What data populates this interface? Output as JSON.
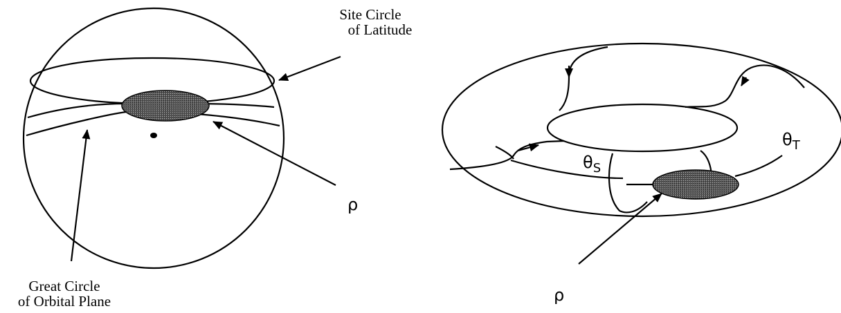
{
  "left_figure": {
    "site_label": {
      "line1": "Site Circle",
      "line2": "of Latitude"
    },
    "great_label": {
      "line1": "Great Circle",
      "line2": "of Orbital Plane"
    },
    "rho_label": "ρ"
  },
  "right_figure": {
    "theta_s": {
      "symbol": "θ",
      "sub": "S"
    },
    "theta_t": {
      "symbol": "θ",
      "sub": "T"
    },
    "rho_label": "ρ"
  }
}
